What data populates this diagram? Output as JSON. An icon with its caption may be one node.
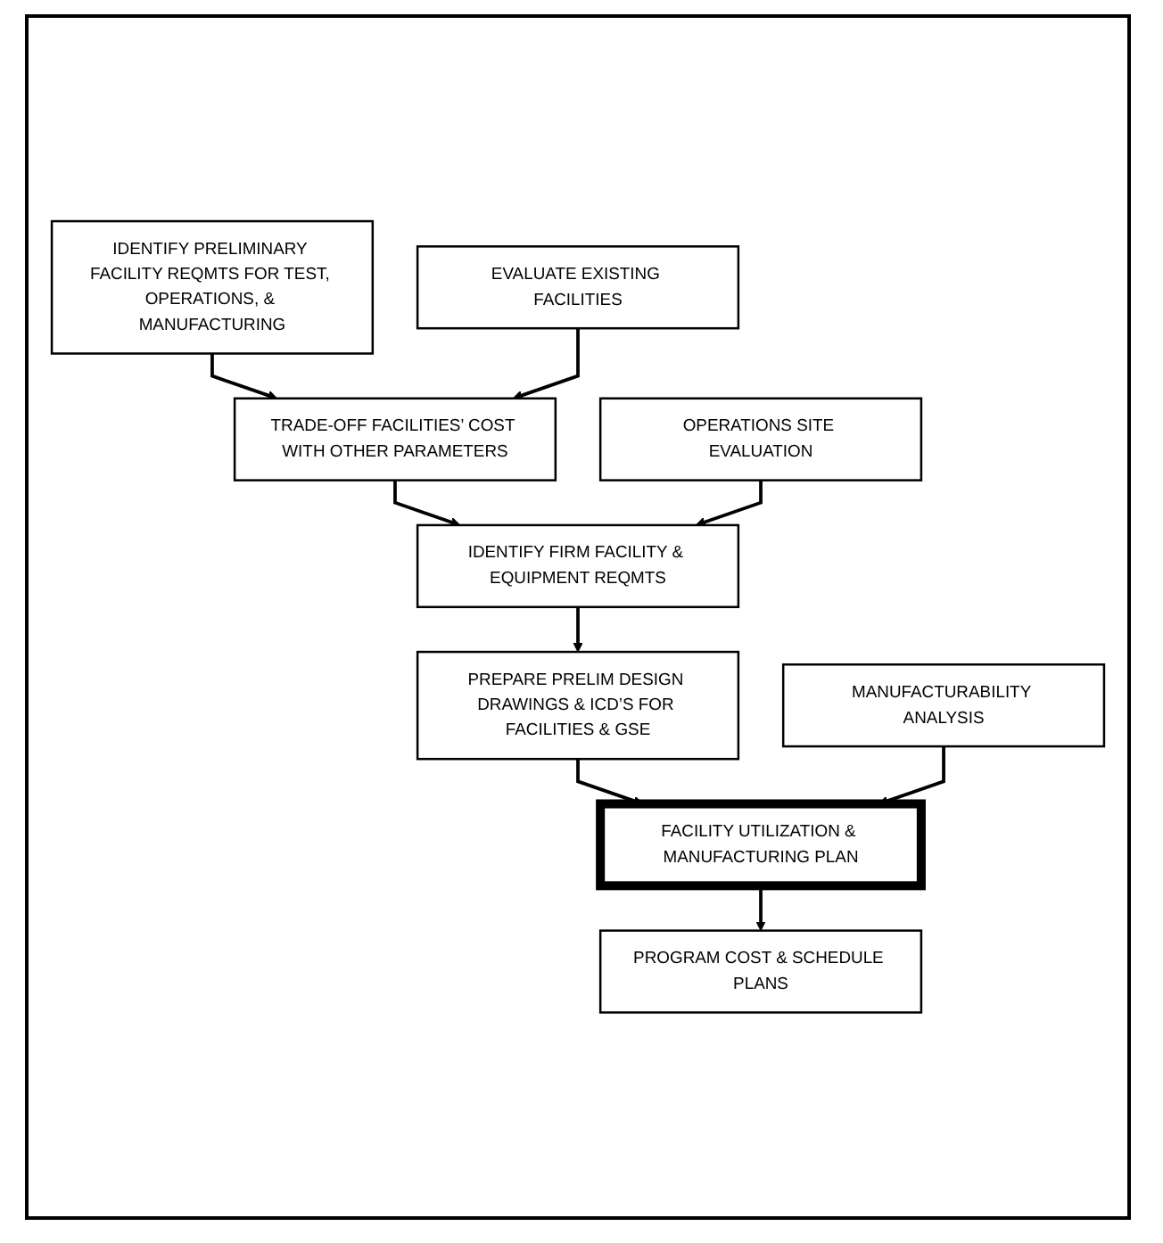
{
  "diagram": {
    "nodes": [
      {
        "text": [
          "IDENTIFY PRELIMINARY FACILITY REQMTS FOR TEST, OPERATIONS, & MANUFACTURING"
        ]
      },
      {
        "text": [
          "EVALUATE EXISTING FACILITIES"
        ]
      },
      {
        "text": [
          "TRADE-OFF FACILITIES’ COST WITH OTHER PARAMETERS"
        ]
      },
      {
        "text": [
          "IDENTIFY FIRM FACILITY & EQUIPMENT REQMTS"
        ]
      },
      {
        "text": [
          "PREPARE PRELIM DESIGN DRAWINGS & ICD’S FOR FACILITIES & GSE"
        ]
      },
      {
        "text": [
          "OPERATIONS SITE EVALUATION"
        ]
      },
      {
        "text": [
          "FACILITY UTILIZATION & MANUFACTURING PLAN"
        ]
      },
      {
        "text": [
          "PROGRAM COST & SCHEDULE PLANS"
        ]
      },
      {
        "text": [
          "MANUFACTURABILITY ANALYSIS"
        ]
      }
    ],
    "edges": [
      {
        "from": 0,
        "to": 2,
        "arrow": "to"
      },
      {
        "from": 1,
        "to": 2,
        "arrow": "to"
      },
      {
        "from": 2,
        "to": 3,
        "arrow": "to"
      },
      {
        "from": 3,
        "to": 4,
        "arrow": "to"
      },
      {
        "from": 5,
        "to": 3,
        "arrow": "to"
      },
      {
        "from": 4,
        "to": 6,
        "arrow": "to"
      },
      {
        "from": 6,
        "to": 7,
        "arrow": "to"
      },
      {
        "from": 8,
        "to": 6,
        "arrow": "to"
      }
    ]
  }
}
